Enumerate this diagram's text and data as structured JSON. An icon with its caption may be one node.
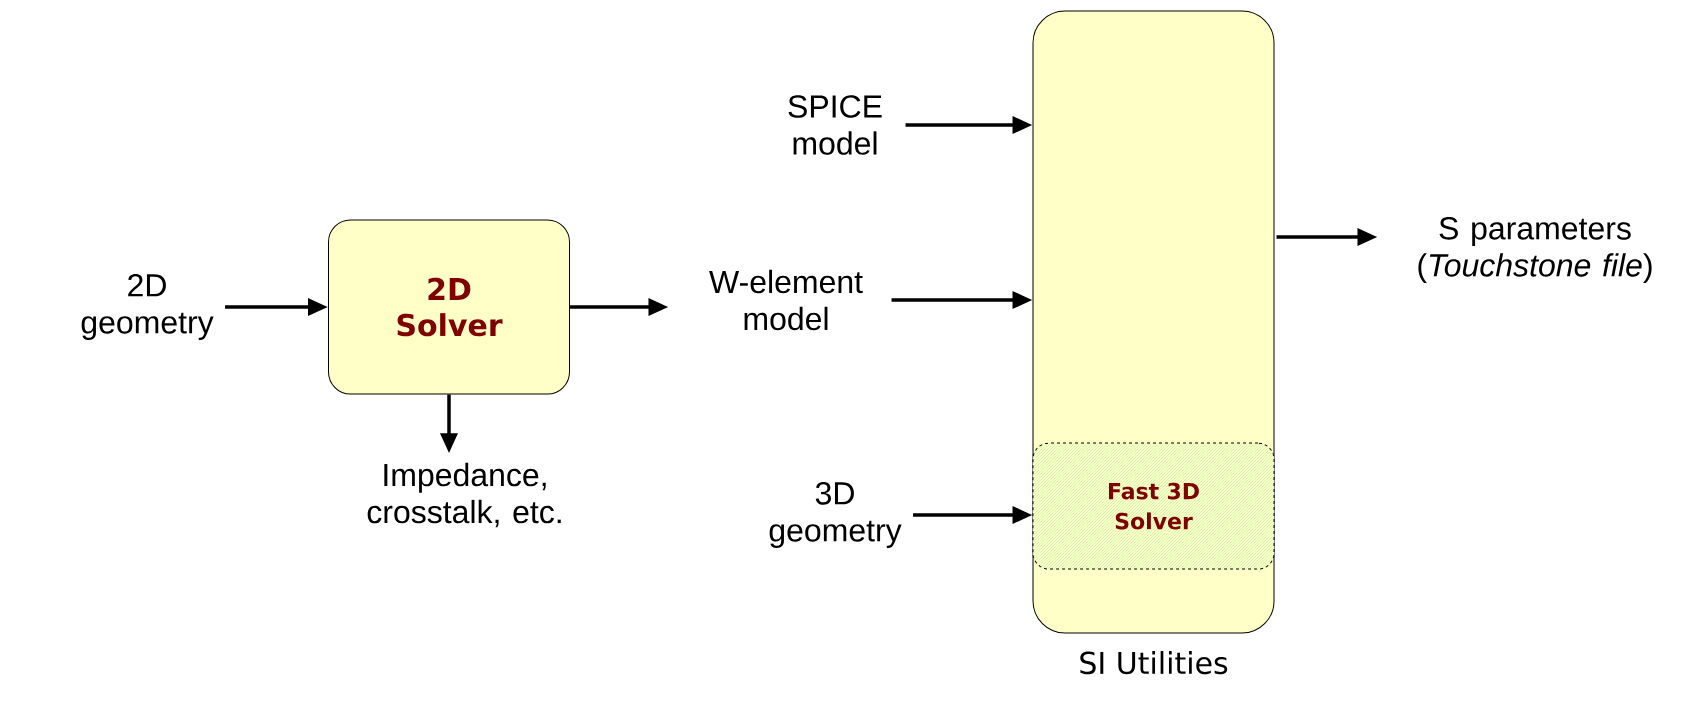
{
  "diagram": {
    "nodes": [
      {
        "text": [
          "2D geometry"
        ]
      },
      {
        "text": [
          "2D Solver"
        ]
      },
      {
        "text": [
          "Impedance, crosstalk, etc."
        ]
      },
      {
        "text": [
          "W-element model"
        ]
      },
      {
        "text": [
          "SPICE model"
        ]
      },
      {
        "text": [
          "3D geometry"
        ]
      },
      {
        "text": [
          "SI Utilities"
        ]
      },
      {
        "text": [
          "Fast 3D Solver"
        ],
        "in": 6
      },
      {
        "text": [
          "S parameters (*Touchstone file*)"
        ]
      }
    ],
    "edges": [
      {
        "from": 0,
        "to": 1,
        "arrow": "to"
      },
      {
        "from": 1,
        "to": 3,
        "arrow": "to"
      },
      {
        "from": 1,
        "to": 2,
        "arrow": "to"
      },
      {
        "from": 4,
        "to": 6,
        "arrow": "to"
      },
      {
        "from": 3,
        "to": 6,
        "arrow": "to"
      },
      {
        "from": 5,
        "to": 7,
        "arrow": "to"
      },
      {
        "from": 6,
        "to": 8,
        "arrow": "to"
      }
    ]
  }
}
